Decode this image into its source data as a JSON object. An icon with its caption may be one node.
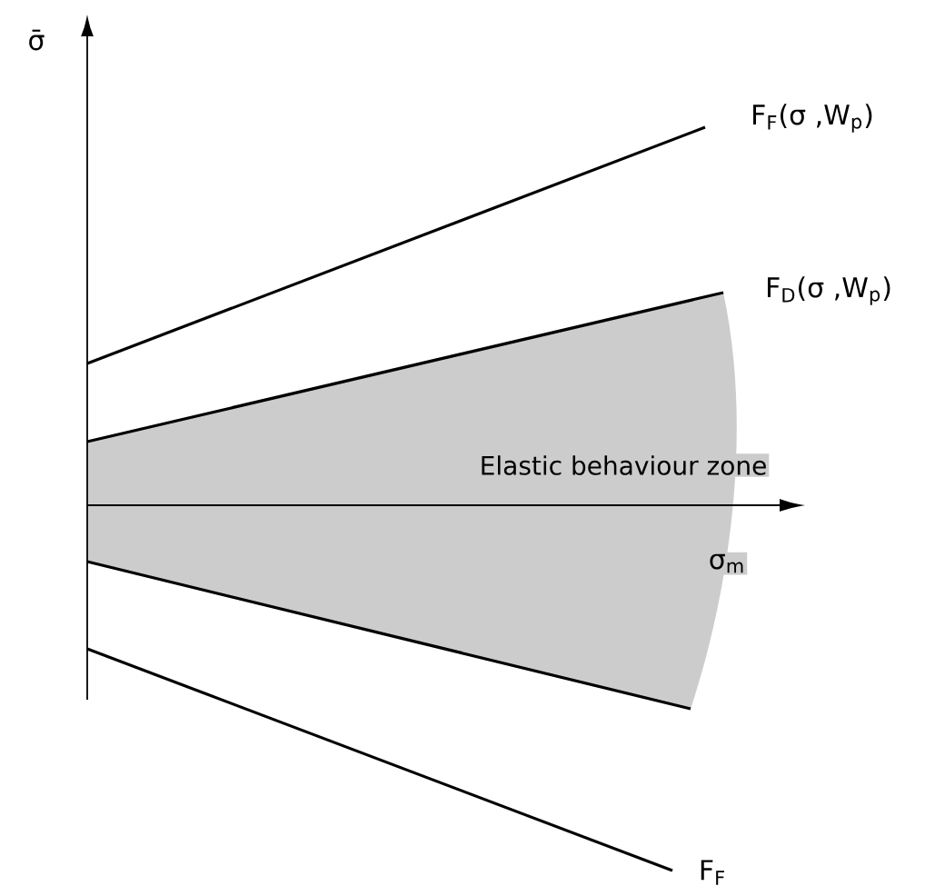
{
  "diagram": {
    "labels": [
      "σ̄",
      "F$_{F}$(σ ,W$_{p}$)",
      "F$_{D}$(σ ,W$_{p}$)",
      "Elastic behaviour zone",
      "σ$_{m}$",
      "F$_{F}$"
    ]
  }
}
